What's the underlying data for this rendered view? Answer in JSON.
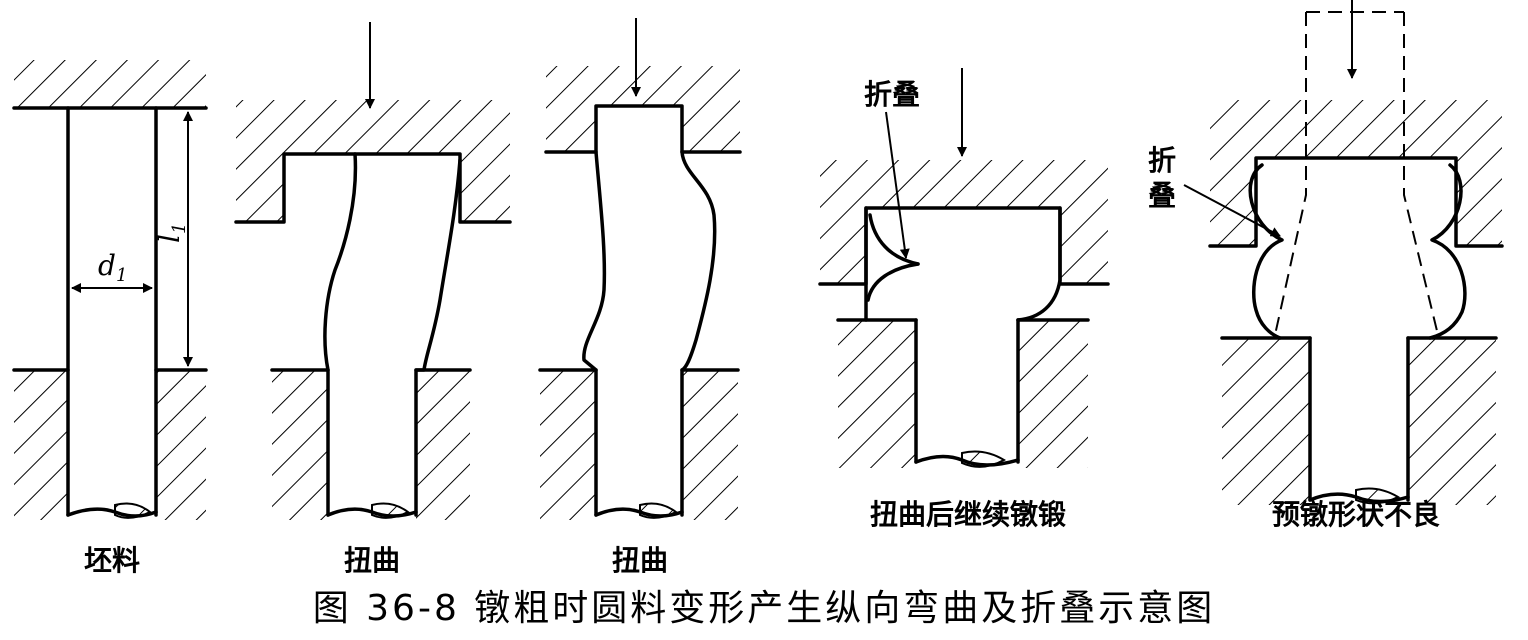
{
  "figure": {
    "caption": "图 36-8  镦粗时圆料变形产生纵向弯曲及折叠示意图",
    "panels": [
      {
        "label": "坯料"
      },
      {
        "label": "扭曲"
      },
      {
        "label": "扭曲"
      },
      {
        "label": "扭曲后继续镦锻",
        "annotation": "折叠"
      },
      {
        "label": "预镦形状不良",
        "annotation_line1": "折",
        "annotation_line2": "叠"
      }
    ],
    "dims": {
      "diameter_base": "d",
      "diameter_sub": "1",
      "length_base": "l",
      "length_sub": "1"
    }
  }
}
